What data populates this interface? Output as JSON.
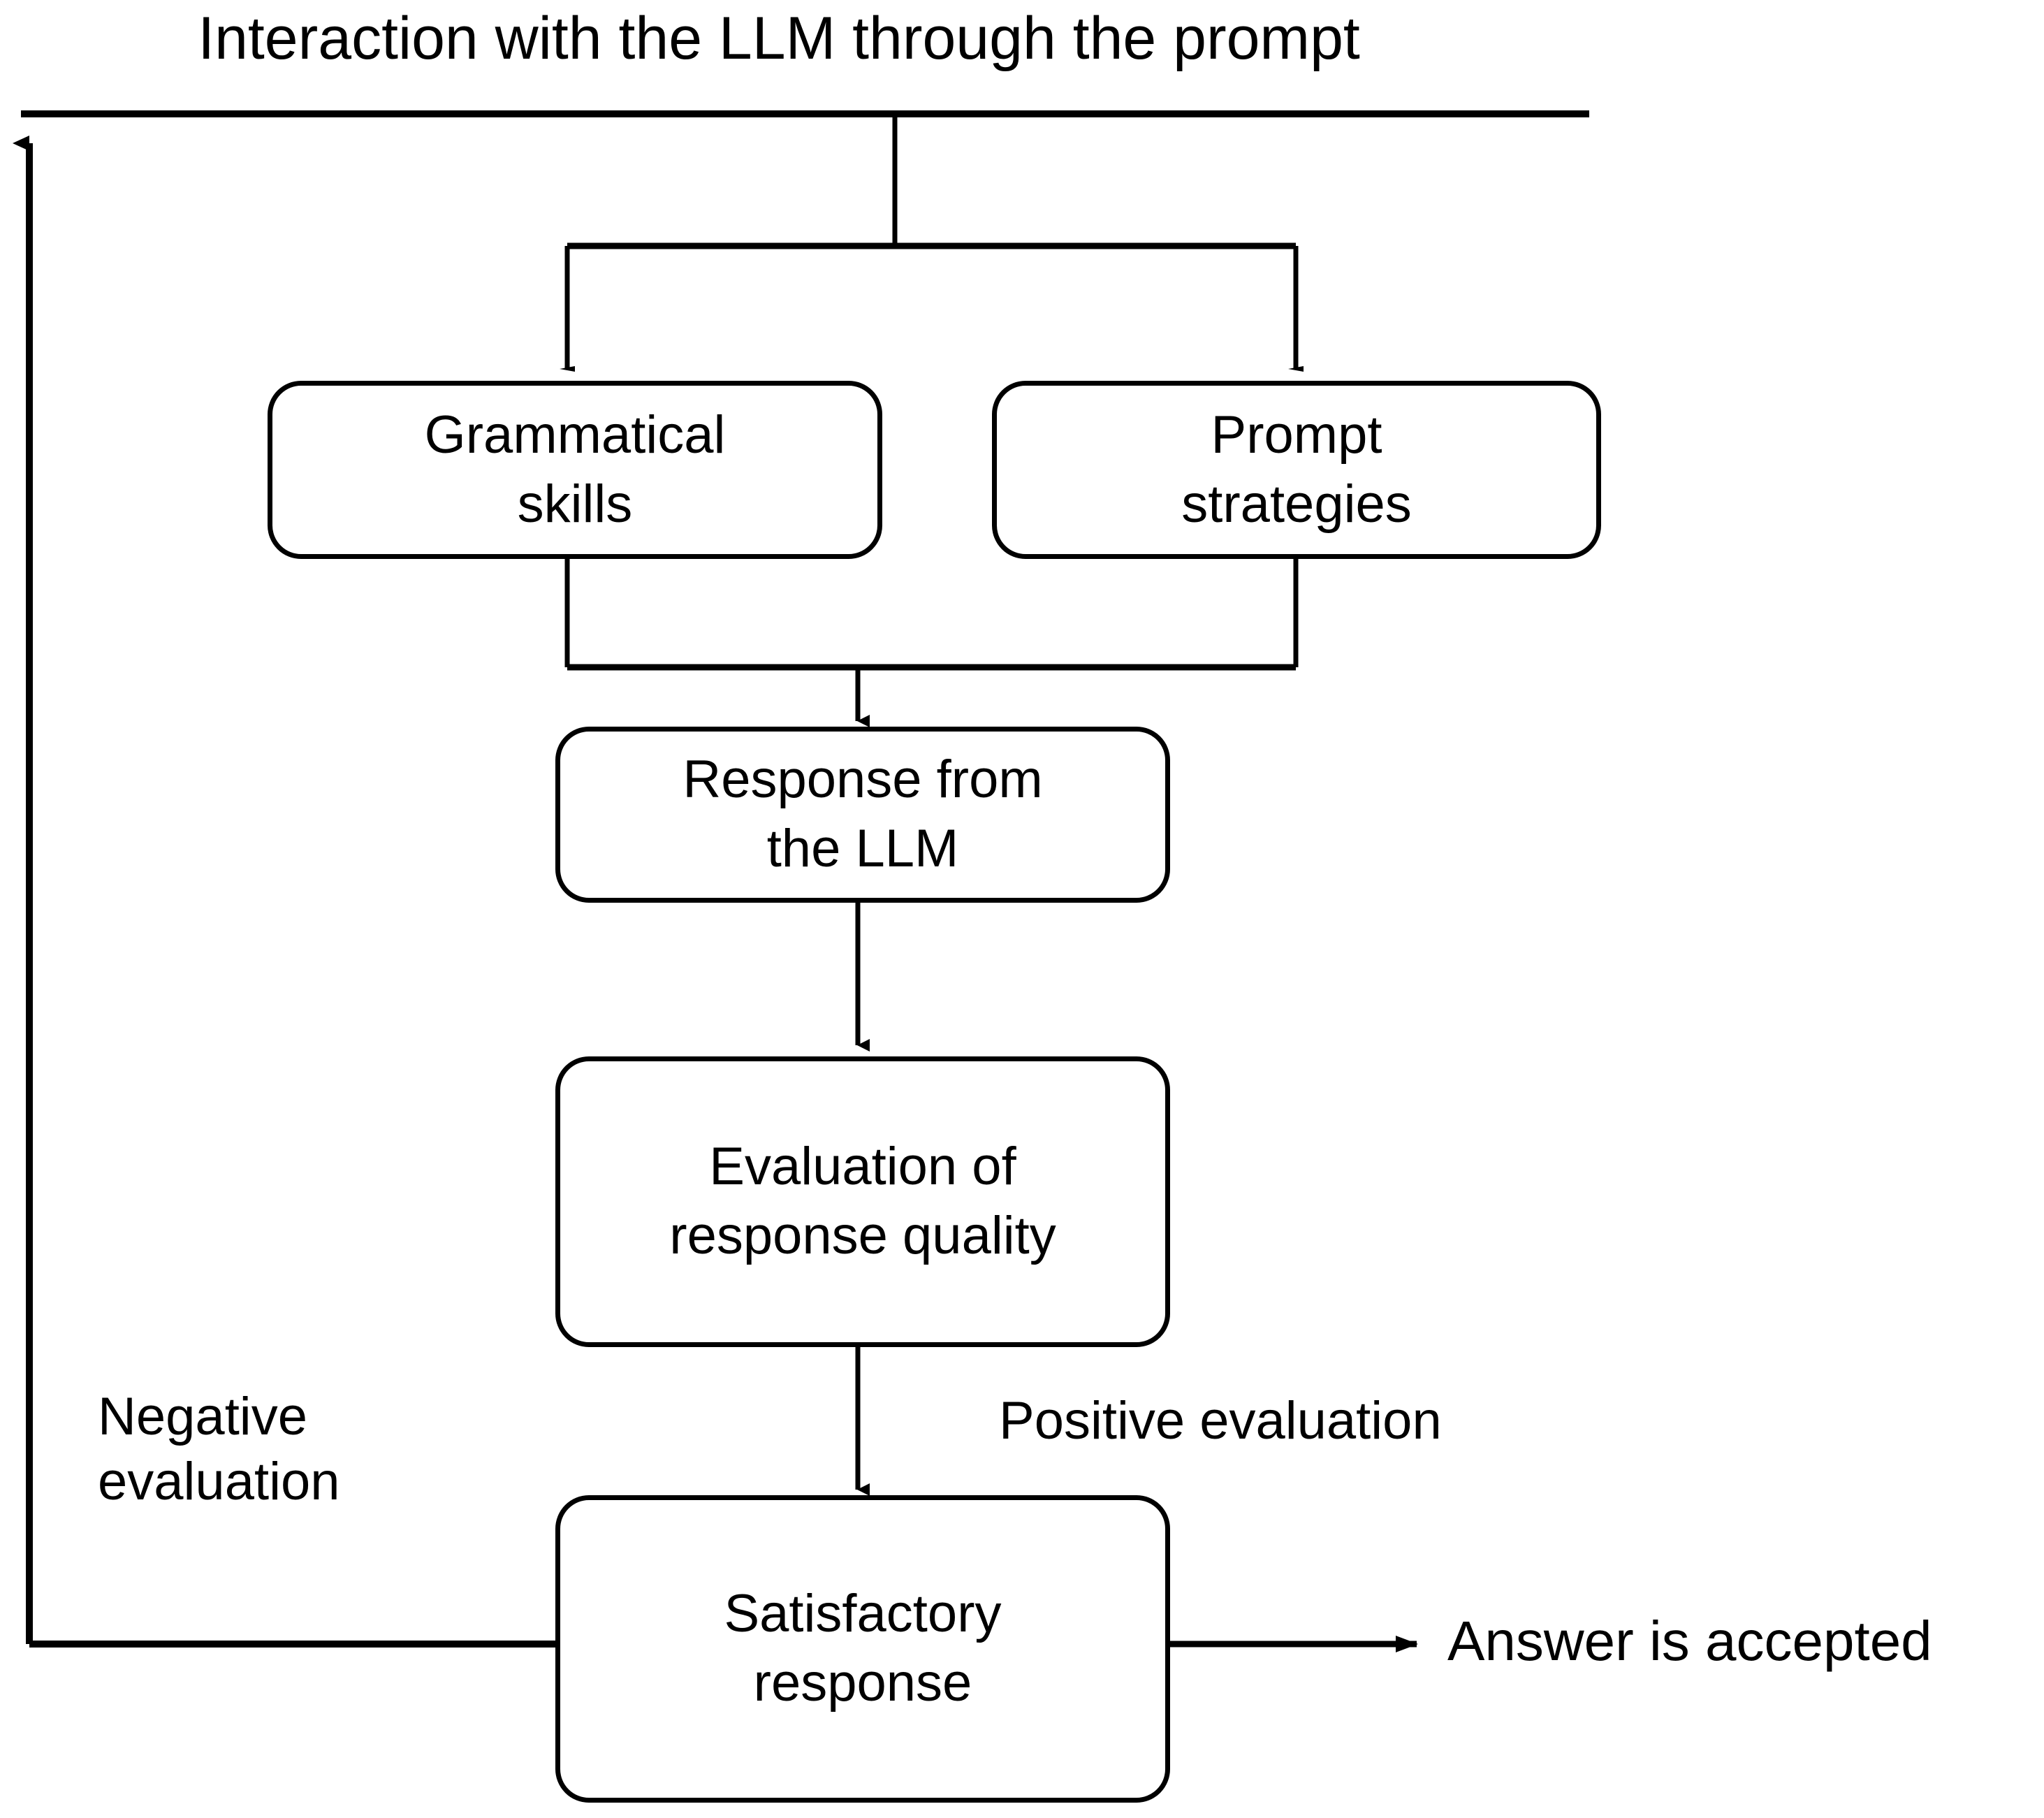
{
  "diagram": {
    "title": "Interaction with the LLM through the prompt",
    "background_color": "#ffffff",
    "line_color": "#000000",
    "text_color": "#000000",
    "nodes": [
      {
        "id": "grammatical-skills",
        "label": "Grammatical\nskills"
      },
      {
        "id": "prompt-strategies",
        "label": "Prompt\nstrategies"
      },
      {
        "id": "response-from-llm",
        "label": "Response from\nthe LLM"
      },
      {
        "id": "evaluation-quality",
        "label": "Evaluation of\nresponse quality"
      },
      {
        "id": "satisfactory-response",
        "label": "Satisfactory\nresponse"
      }
    ],
    "edge_labels": [
      {
        "id": "negative-evaluation",
        "label": "Negative\nevaluation"
      },
      {
        "id": "positive-evaluation",
        "label": "Positive evaluation"
      },
      {
        "id": "answer-accepted",
        "label": "Answer is accepted"
      }
    ]
  }
}
